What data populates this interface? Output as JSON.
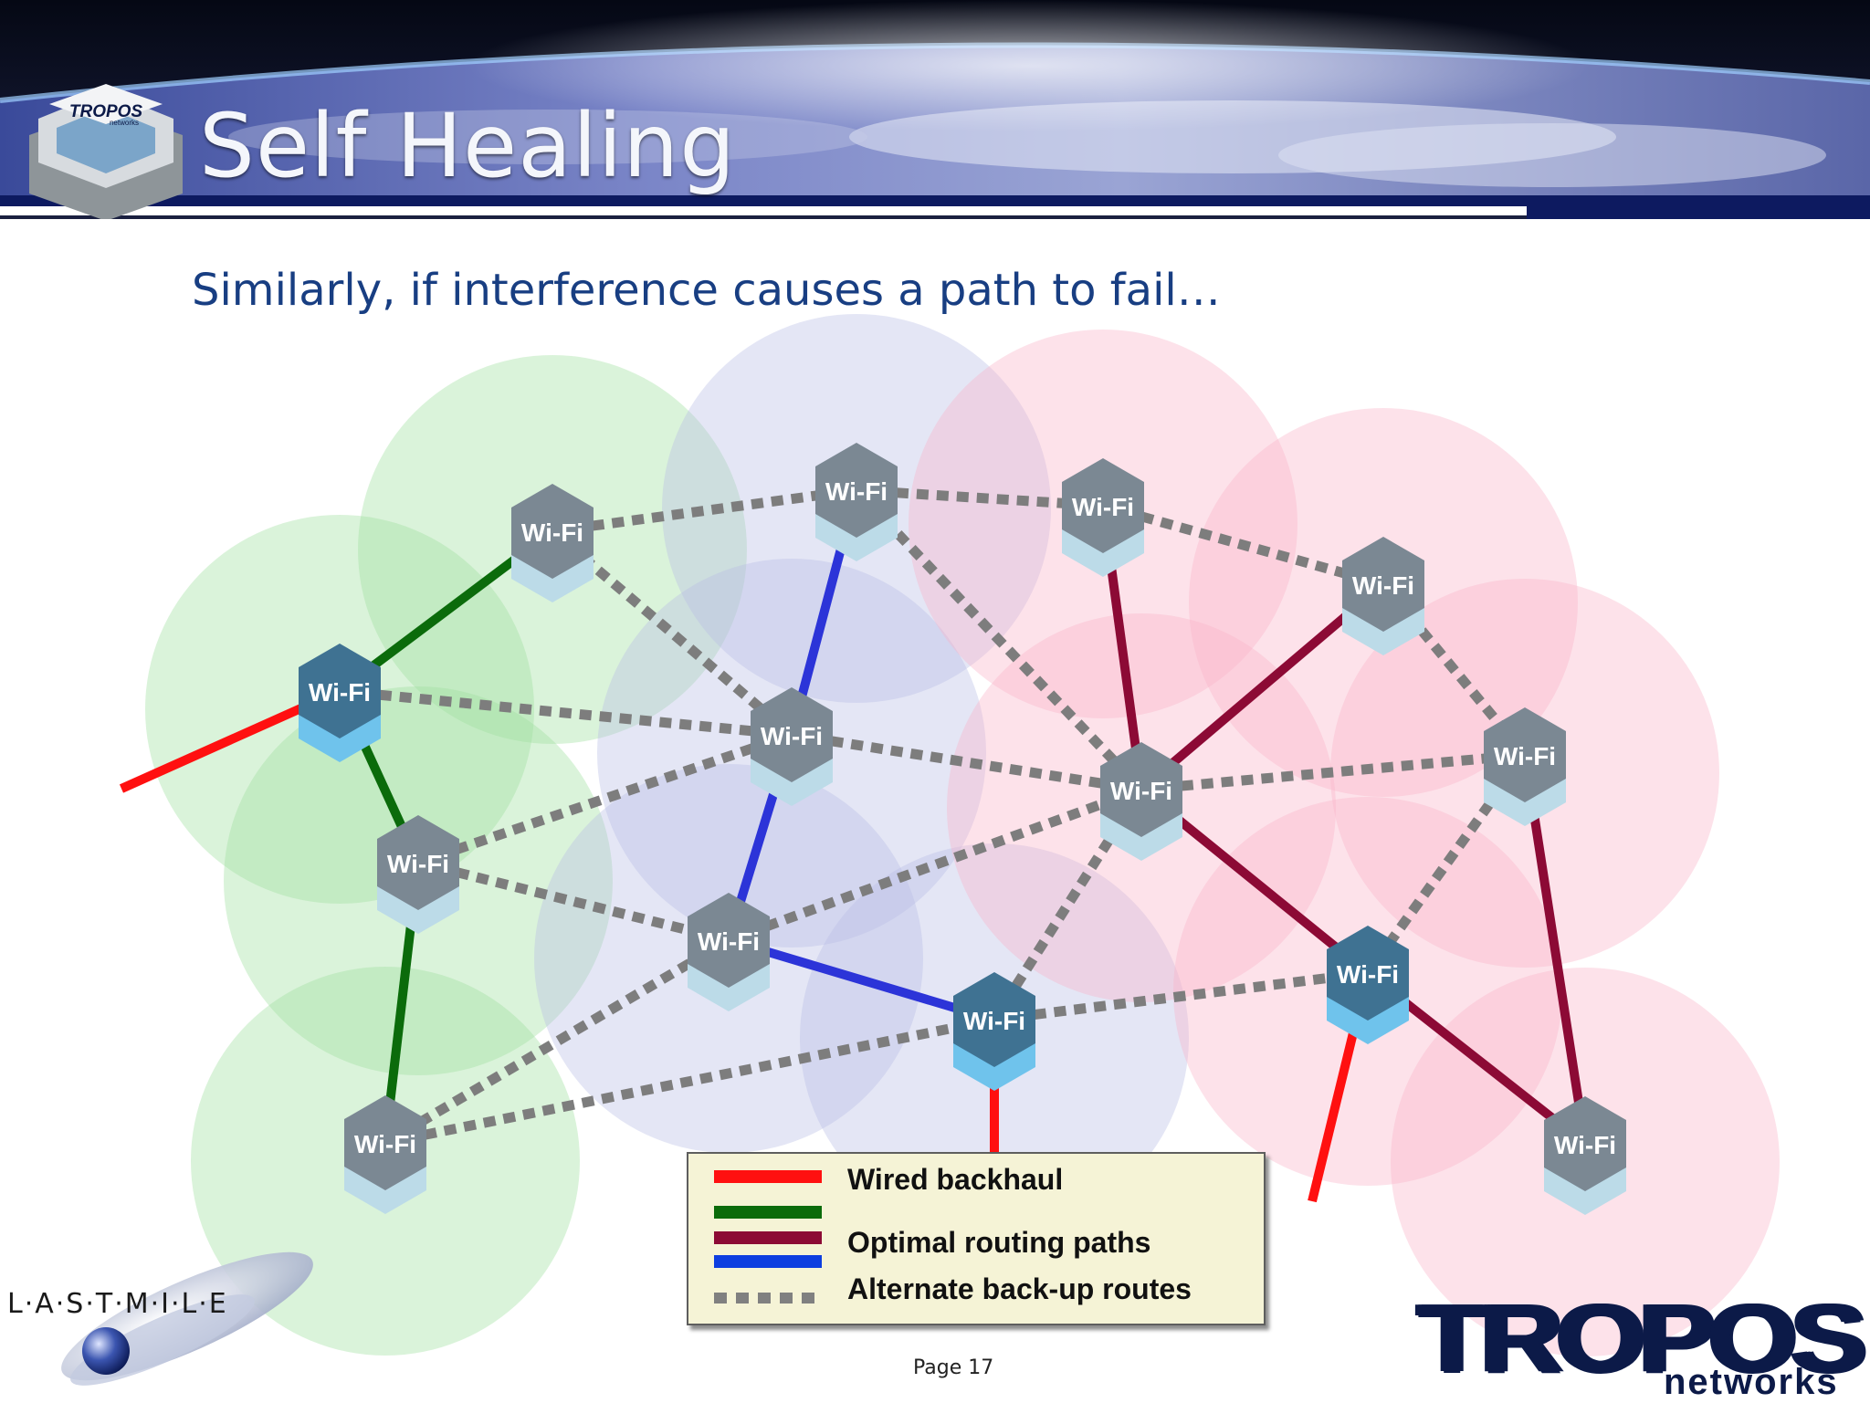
{
  "header": {
    "title": "Self Healing",
    "badge_brand": "TROPOS",
    "badge_sub": "networks"
  },
  "subtitle": "Similarly, if interference causes a path to fail…",
  "node_label": "Wi-Fi",
  "nodes": [
    {
      "id": "n1",
      "zone": "green",
      "gateway": false
    },
    {
      "id": "n2",
      "zone": "green",
      "gateway": true
    },
    {
      "id": "n3",
      "zone": "green",
      "gateway": false
    },
    {
      "id": "n4",
      "zone": "green",
      "gateway": false
    },
    {
      "id": "n5",
      "zone": "blue",
      "gateway": false
    },
    {
      "id": "n6",
      "zone": "blue",
      "gateway": false
    },
    {
      "id": "n7",
      "zone": "blue",
      "gateway": false
    },
    {
      "id": "n8",
      "zone": "blue",
      "gateway": true
    },
    {
      "id": "n9",
      "zone": "red",
      "gateway": false
    },
    {
      "id": "n10",
      "zone": "red",
      "gateway": false
    },
    {
      "id": "n11",
      "zone": "red",
      "gateway": false
    },
    {
      "id": "n12",
      "zone": "red",
      "gateway": false
    },
    {
      "id": "n13",
      "zone": "red",
      "gateway": true
    },
    {
      "id": "n14",
      "zone": "red",
      "gateway": false
    }
  ],
  "links": [
    {
      "from": "n2",
      "to": "n1",
      "type": "optimal-green"
    },
    {
      "from": "n2",
      "to": "n3",
      "type": "optimal-green"
    },
    {
      "from": "n3",
      "to": "n4",
      "type": "optimal-green"
    },
    {
      "from": "n5",
      "to": "n6",
      "type": "optimal-blue"
    },
    {
      "from": "n6",
      "to": "n7",
      "type": "optimal-blue"
    },
    {
      "from": "n7",
      "to": "n8",
      "type": "optimal-blue"
    },
    {
      "from": "n9",
      "to": "n11",
      "type": "optimal-red"
    },
    {
      "from": "n10",
      "to": "n11",
      "type": "optimal-red"
    },
    {
      "from": "n11",
      "to": "n13",
      "type": "optimal-red"
    },
    {
      "from": "n13",
      "to": "n14",
      "type": "optimal-red"
    },
    {
      "from": "n12",
      "to": "n14",
      "type": "optimal-red"
    },
    {
      "from": "n1",
      "to": "n5",
      "type": "alternate"
    },
    {
      "from": "n5",
      "to": "n9",
      "type": "alternate"
    },
    {
      "from": "n9",
      "to": "n10",
      "type": "alternate"
    },
    {
      "from": "n1",
      "to": "n6",
      "type": "alternate"
    },
    {
      "from": "n5",
      "to": "n11",
      "type": "alternate"
    },
    {
      "from": "n2",
      "to": "n6",
      "type": "alternate"
    },
    {
      "from": "n6",
      "to": "n11",
      "type": "alternate"
    },
    {
      "from": "n11",
      "to": "n12",
      "type": "alternate"
    },
    {
      "from": "n10",
      "to": "n12",
      "type": "alternate"
    },
    {
      "from": "n3",
      "to": "n6",
      "type": "alternate"
    },
    {
      "from": "n3",
      "to": "n7",
      "type": "alternate"
    },
    {
      "from": "n7",
      "to": "n11",
      "type": "alternate"
    },
    {
      "from": "n4",
      "to": "n7",
      "type": "alternate"
    },
    {
      "from": "n4",
      "to": "n8",
      "type": "alternate"
    },
    {
      "from": "n8",
      "to": "n11",
      "type": "alternate"
    },
    {
      "from": "n8",
      "to": "n13",
      "type": "alternate"
    },
    {
      "from": "n12",
      "to": "n13",
      "type": "alternate"
    }
  ],
  "wired_backhaul": [
    {
      "node": "n2",
      "direction": "left"
    },
    {
      "node": "n8",
      "direction": "down"
    },
    {
      "node": "n13",
      "direction": "down-left"
    }
  ],
  "legend": {
    "items": [
      {
        "label": "Wired backhaul"
      },
      {
        "label": "Optimal routing paths"
      },
      {
        "label": "Alternate back-up routes"
      }
    ]
  },
  "colors": {
    "wired": "#ff1010",
    "optimal_green": "#0b6b0b",
    "optimal_red": "#8c0a35",
    "optimal_blue": "#2c34d8",
    "alternate": "#7d7d7d",
    "node_gray": "#7b8893",
    "node_gateway": "#3f7292",
    "title_blue": "#183e82",
    "legend_bg": "#f5f3d6"
  },
  "page_number": "Page 17",
  "logos": {
    "lastmile": "L·A·S·T·M·I·L·E",
    "tropos_brand": "TROPOS",
    "tropos_sub": "networks"
  }
}
